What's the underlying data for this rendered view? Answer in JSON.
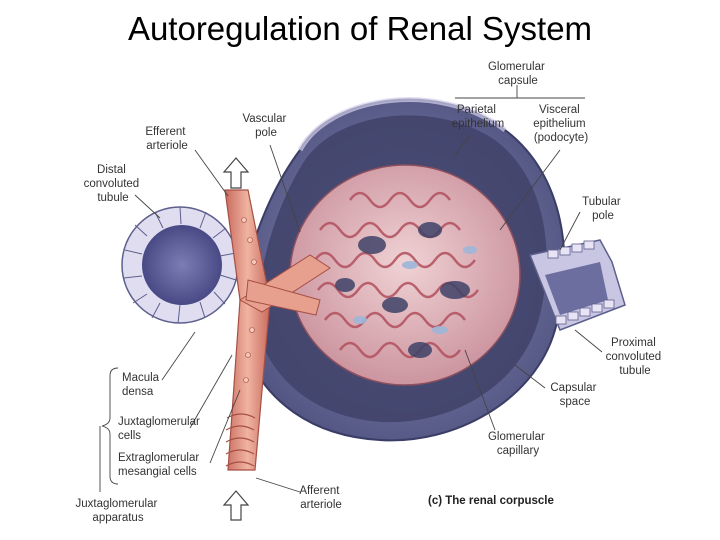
{
  "title": "Autoregulation of Renal System",
  "labels": {
    "glomerular_capsule": [
      "Glomerular",
      "capsule"
    ],
    "parietal_epithelium": [
      "Parietal",
      "epithelium"
    ],
    "visceral_epithelium": [
      "Visceral",
      "epithelium",
      "(podocyte)"
    ],
    "vascular_pole": [
      "Vascular",
      "pole"
    ],
    "efferent_arteriole": [
      "Efferent",
      "arteriole"
    ],
    "distal_convoluted_tubule": [
      "Distal",
      "convoluted",
      "tubule"
    ],
    "tubular_pole": [
      "Tubular",
      "pole"
    ],
    "proximal_convoluted_tubule": [
      "Proximal",
      "convoluted",
      "tubule"
    ],
    "macula_densa": [
      "Macula",
      "densa"
    ],
    "juxtaglomerular_cells": [
      "Juxtaglomerular",
      "cells"
    ],
    "extraglomerular_mesangial_cells": [
      "Extraglomerular",
      "mesangial cells"
    ],
    "juxtaglomerular_apparatus": [
      "Juxtaglomerular",
      "apparatus"
    ],
    "capsular_space": [
      "Capsular",
      "space"
    ],
    "glomerular_capillary": [
      "Glomerular",
      "capillary"
    ],
    "afferent_arteriole": [
      "Afferent",
      "arteriole"
    ],
    "caption": "(c) The renal corpuscle"
  },
  "colors": {
    "capsule": "#5d5f8c",
    "capsule_light": "#c9c6e3",
    "capillary": "#d9828a",
    "arteriole": "#e39a88",
    "tubule_cells": "#b9b3d8",
    "capsular_space": "#3f4268"
  }
}
